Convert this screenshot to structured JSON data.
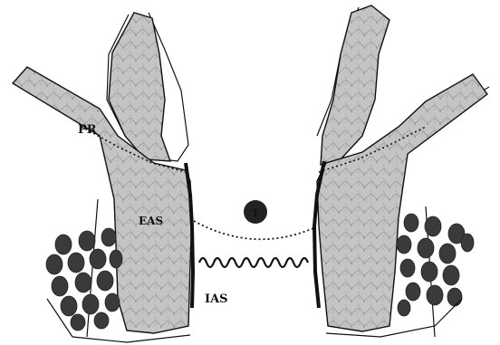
{
  "diagram": {
    "labels": {
      "pr": "PR",
      "eas": "EAS",
      "ias": "IAS",
      "center": "T"
    },
    "colors": {
      "background": "#ffffff",
      "muscle_fill": "#bdbdbd",
      "muscle_texture": "#8e8e8e",
      "fat_lobules": "#3c3c3c",
      "outline": "#111111",
      "lumen_dots": "#111111"
    }
  }
}
